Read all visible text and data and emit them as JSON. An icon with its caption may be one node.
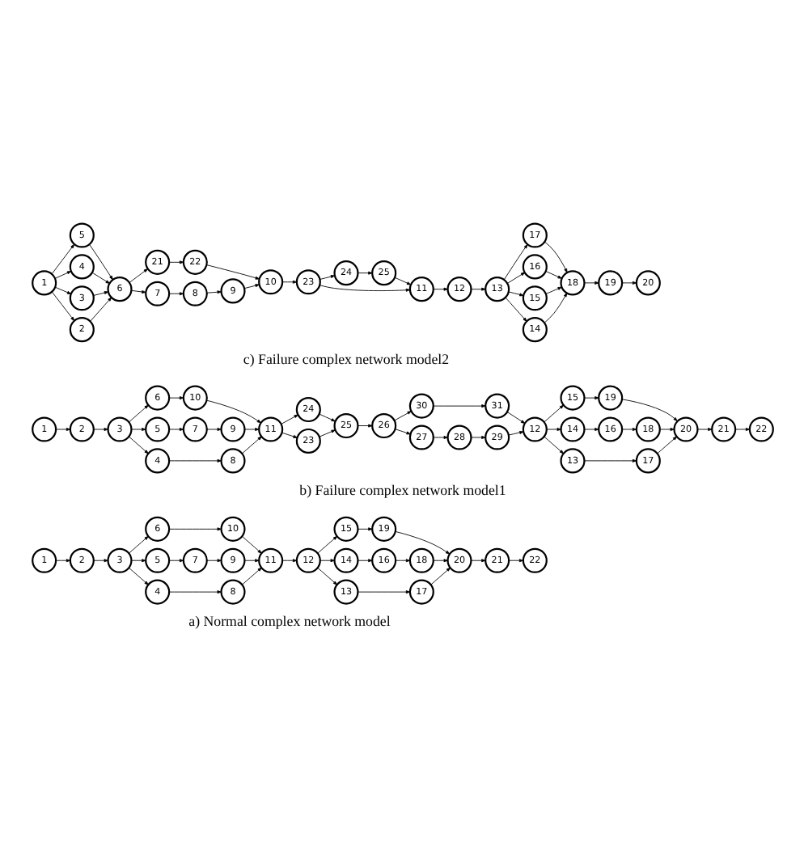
{
  "diagram": {
    "nodes": [
      {
        "text": [
          "1"
        ]
      },
      {
        "text": [
          "2"
        ]
      },
      {
        "text": [
          "3"
        ]
      },
      {
        "text": [
          "4"
        ]
      },
      {
        "text": [
          "5"
        ]
      },
      {
        "text": [
          "6"
        ]
      },
      {
        "text": [
          "7"
        ]
      },
      {
        "text": [
          "8"
        ]
      },
      {
        "text": [
          "9"
        ]
      },
      {
        "text": [
          "10"
        ]
      },
      {
        "text": [
          "11"
        ]
      },
      {
        "text": [
          "12"
        ]
      },
      {
        "text": [
          "13"
        ]
      },
      {
        "text": [
          "14"
        ]
      },
      {
        "text": [
          "15"
        ]
      },
      {
        "text": [
          "16"
        ]
      },
      {
        "text": [
          "17"
        ]
      },
      {
        "text": [
          "18"
        ]
      },
      {
        "text": [
          "19"
        ]
      },
      {
        "text": [
          "20"
        ]
      },
      {
        "text": [
          "21"
        ]
      },
      {
        "text": [
          "22"
        ]
      },
      {
        "text": [
          "1"
        ]
      },
      {
        "text": [
          "2"
        ]
      },
      {
        "text": [
          "3"
        ]
      },
      {
        "text": [
          "4"
        ]
      },
      {
        "text": [
          "5"
        ]
      },
      {
        "text": [
          "6"
        ]
      },
      {
        "text": [
          "7"
        ]
      },
      {
        "text": [
          "8"
        ]
      },
      {
        "text": [
          "9"
        ]
      },
      {
        "text": [
          "10"
        ]
      },
      {
        "text": [
          "11"
        ]
      },
      {
        "text": [
          "12"
        ]
      },
      {
        "text": [
          "13"
        ]
      },
      {
        "text": [
          "14"
        ]
      },
      {
        "text": [
          "15"
        ]
      },
      {
        "text": [
          "16"
        ]
      },
      {
        "text": [
          "17"
        ]
      },
      {
        "text": [
          "18"
        ]
      },
      {
        "text": [
          "19"
        ]
      },
      {
        "text": [
          "20"
        ]
      },
      {
        "text": [
          "21"
        ]
      },
      {
        "text": [
          "22"
        ]
      },
      {
        "text": [
          "23"
        ]
      },
      {
        "text": [
          "24"
        ]
      },
      {
        "text": [
          "25"
        ]
      },
      {
        "text": [
          "26"
        ]
      },
      {
        "text": [
          "27"
        ]
      },
      {
        "text": [
          "28"
        ]
      },
      {
        "text": [
          "29"
        ]
      },
      {
        "text": [
          "30"
        ]
      },
      {
        "text": [
          "31"
        ]
      },
      {
        "text": [
          "1"
        ]
      },
      {
        "text": [
          "2"
        ]
      },
      {
        "text": [
          "3"
        ]
      },
      {
        "text": [
          "4"
        ]
      },
      {
        "text": [
          "5"
        ]
      },
      {
        "text": [
          "6"
        ]
      },
      {
        "text": [
          "7"
        ]
      },
      {
        "text": [
          "8"
        ]
      },
      {
        "text": [
          "9"
        ]
      },
      {
        "text": [
          "10"
        ]
      },
      {
        "text": [
          "11"
        ]
      },
      {
        "text": [
          "12"
        ]
      },
      {
        "text": [
          "13"
        ]
      },
      {
        "text": [
          "14"
        ]
      },
      {
        "text": [
          "15"
        ]
      },
      {
        "text": [
          "16"
        ]
      },
      {
        "text": [
          "17"
        ]
      },
      {
        "text": [
          "18"
        ]
      },
      {
        "text": [
          "19"
        ]
      },
      {
        "text": [
          "20"
        ]
      },
      {
        "text": [
          "21"
        ]
      },
      {
        "text": [
          "22"
        ]
      },
      {
        "text": [
          "23"
        ]
      },
      {
        "text": [
          "24"
        ]
      },
      {
        "text": [
          "25"
        ]
      }
    ],
    "edges": [
      {
        "from": 0,
        "to": 1,
        "arrow": "to"
      },
      {
        "from": 1,
        "to": 2,
        "arrow": "to"
      },
      {
        "from": 2,
        "to": 3,
        "arrow": "to"
      },
      {
        "from": 2,
        "to": 4,
        "arrow": "to"
      },
      {
        "from": 2,
        "to": 5,
        "arrow": "to"
      },
      {
        "from": 3,
        "to": 7,
        "arrow": "to"
      },
      {
        "from": 4,
        "to": 6,
        "arrow": "to"
      },
      {
        "from": 6,
        "to": 8,
        "arrow": "to"
      },
      {
        "from": 5,
        "to": 9,
        "arrow": "to"
      },
      {
        "from": 7,
        "to": 10,
        "arrow": "to"
      },
      {
        "from": 8,
        "to": 10,
        "arrow": "to"
      },
      {
        "from": 9,
        "to": 10,
        "arrow": "to"
      },
      {
        "from": 10,
        "to": 11,
        "arrow": "to"
      },
      {
        "from": 11,
        "to": 12,
        "arrow": "to"
      },
      {
        "from": 11,
        "to": 13,
        "arrow": "to"
      },
      {
        "from": 11,
        "to": 14,
        "arrow": "to"
      },
      {
        "from": 12,
        "to": 16,
        "arrow": "to"
      },
      {
        "from": 13,
        "to": 15,
        "arrow": "to"
      },
      {
        "from": 15,
        "to": 17,
        "arrow": "to"
      },
      {
        "from": 14,
        "to": 18,
        "arrow": "to"
      },
      {
        "from": 16,
        "to": 19,
        "arrow": "to"
      },
      {
        "from": 17,
        "to": 19,
        "arrow": "to"
      },
      {
        "from": 18,
        "to": 19,
        "arrow": "to"
      },
      {
        "from": 19,
        "to": 20,
        "arrow": "to"
      },
      {
        "from": 20,
        "to": 21,
        "arrow": "to"
      },
      {
        "from": 22,
        "to": 23,
        "arrow": "to"
      },
      {
        "from": 23,
        "to": 24,
        "arrow": "to"
      },
      {
        "from": 24,
        "to": 25,
        "arrow": "to"
      },
      {
        "from": 24,
        "to": 26,
        "arrow": "to"
      },
      {
        "from": 24,
        "to": 27,
        "arrow": "to"
      },
      {
        "from": 25,
        "to": 29,
        "arrow": "to"
      },
      {
        "from": 26,
        "to": 28,
        "arrow": "to"
      },
      {
        "from": 28,
        "to": 30,
        "arrow": "to"
      },
      {
        "from": 27,
        "to": 31,
        "arrow": "to"
      },
      {
        "from": 29,
        "to": 32,
        "arrow": "to"
      },
      {
        "from": 30,
        "to": 32,
        "arrow": "to"
      },
      {
        "from": 31,
        "to": 32,
        "arrow": "to"
      },
      {
        "from": 32,
        "to": 45,
        "arrow": "to"
      },
      {
        "from": 32,
        "to": 44,
        "arrow": "to"
      },
      {
        "from": 44,
        "to": 46,
        "arrow": "to"
      },
      {
        "from": 45,
        "to": 46,
        "arrow": "to"
      },
      {
        "from": 46,
        "to": 47,
        "arrow": "to"
      },
      {
        "from": 47,
        "to": 48,
        "arrow": "to"
      },
      {
        "from": 47,
        "to": 51,
        "arrow": "to"
      },
      {
        "from": 51,
        "to": 52,
        "arrow": "to"
      },
      {
        "from": 52,
        "to": 33,
        "arrow": "to"
      },
      {
        "from": 48,
        "to": 49,
        "arrow": "to"
      },
      {
        "from": 49,
        "to": 50,
        "arrow": "to"
      },
      {
        "from": 50,
        "to": 33,
        "arrow": "to"
      },
      {
        "from": 33,
        "to": 34,
        "arrow": "to"
      },
      {
        "from": 33,
        "to": 35,
        "arrow": "to"
      },
      {
        "from": 33,
        "to": 36,
        "arrow": "to"
      },
      {
        "from": 34,
        "to": 38,
        "arrow": "to"
      },
      {
        "from": 35,
        "to": 37,
        "arrow": "to"
      },
      {
        "from": 37,
        "to": 39,
        "arrow": "to"
      },
      {
        "from": 36,
        "to": 40,
        "arrow": "to"
      },
      {
        "from": 38,
        "to": 41,
        "arrow": "to"
      },
      {
        "from": 39,
        "to": 41,
        "arrow": "to"
      },
      {
        "from": 40,
        "to": 41,
        "arrow": "to"
      },
      {
        "from": 41,
        "to": 42,
        "arrow": "to"
      },
      {
        "from": 42,
        "to": 43,
        "arrow": "to"
      },
      {
        "from": 53,
        "to": 54,
        "arrow": "to"
      },
      {
        "from": 53,
        "to": 55,
        "arrow": "to"
      },
      {
        "from": 53,
        "to": 56,
        "arrow": "to"
      },
      {
        "from": 53,
        "to": 57,
        "arrow": "to"
      },
      {
        "from": 54,
        "to": 58,
        "arrow": "to"
      },
      {
        "from": 55,
        "to": 58,
        "arrow": "to"
      },
      {
        "from": 56,
        "to": 58,
        "arrow": "to"
      },
      {
        "from": 57,
        "to": 58,
        "arrow": "to"
      },
      {
        "from": 58,
        "to": 73,
        "arrow": "to"
      },
      {
        "from": 73,
        "to": 74,
        "arrow": "to"
      },
      {
        "from": 74,
        "to": 62,
        "arrow": "to"
      },
      {
        "from": 58,
        "to": 59,
        "arrow": "to"
      },
      {
        "from": 59,
        "to": 60,
        "arrow": "to"
      },
      {
        "from": 60,
        "to": 61,
        "arrow": "to"
      },
      {
        "from": 61,
        "to": 62,
        "arrow": "to"
      },
      {
        "from": 62,
        "to": 75,
        "arrow": "to"
      },
      {
        "from": 75,
        "to": 76,
        "arrow": "to"
      },
      {
        "from": 75,
        "to": 63,
        "arrow": "to"
      },
      {
        "from": 76,
        "to": 77,
        "arrow": "to"
      },
      {
        "from": 77,
        "to": 63,
        "arrow": "to"
      },
      {
        "from": 63,
        "to": 64,
        "arrow": "to"
      },
      {
        "from": 64,
        "to": 65,
        "arrow": "to"
      },
      {
        "from": 65,
        "to": 66,
        "arrow": "to"
      },
      {
        "from": 65,
        "to": 67,
        "arrow": "to"
      },
      {
        "from": 65,
        "to": 68,
        "arrow": "to"
      },
      {
        "from": 65,
        "to": 69,
        "arrow": "to"
      },
      {
        "from": 66,
        "to": 70,
        "arrow": "to"
      },
      {
        "from": 67,
        "to": 70,
        "arrow": "to"
      },
      {
        "from": 68,
        "to": 70,
        "arrow": "to"
      },
      {
        "from": 69,
        "to": 70,
        "arrow": "to"
      },
      {
        "from": 70,
        "to": 71,
        "arrow": "to"
      },
      {
        "from": 71,
        "to": 72,
        "arrow": "to"
      }
    ],
    "labels": [
      "a) Normal complex network model",
      "b) Failure complex network model1",
      "c) Failure complex network model2"
    ]
  }
}
